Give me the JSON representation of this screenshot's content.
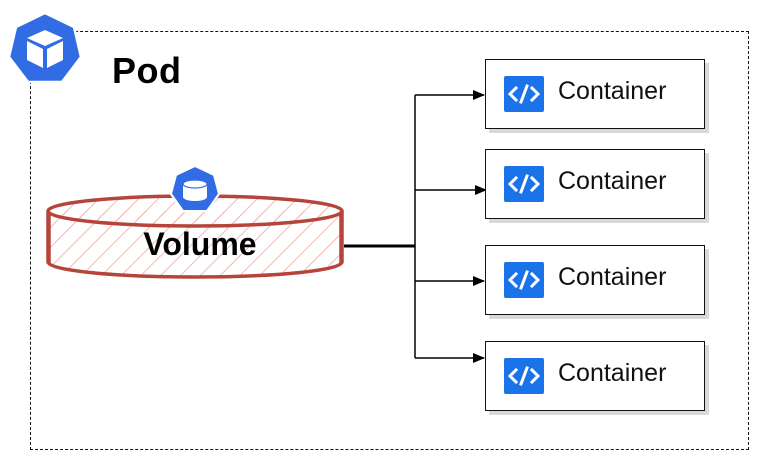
{
  "pod": {
    "title": "Pod",
    "icon": "kubernetes-pod-icon",
    "icon_color": "#326ce5"
  },
  "volume": {
    "label": "Volume",
    "icon": "kubernetes-volume-icon",
    "stroke_color": "#b5453a",
    "hatch_color": "#f2b8b2"
  },
  "containers": [
    {
      "label": "Container",
      "icon": "code-icon"
    },
    {
      "label": "Container",
      "icon": "code-icon"
    },
    {
      "label": "Container",
      "icon": "code-icon"
    },
    {
      "label": "Container",
      "icon": "code-icon"
    }
  ],
  "colors": {
    "container_icon_bg": "#1a73e8",
    "line": "#000000"
  }
}
